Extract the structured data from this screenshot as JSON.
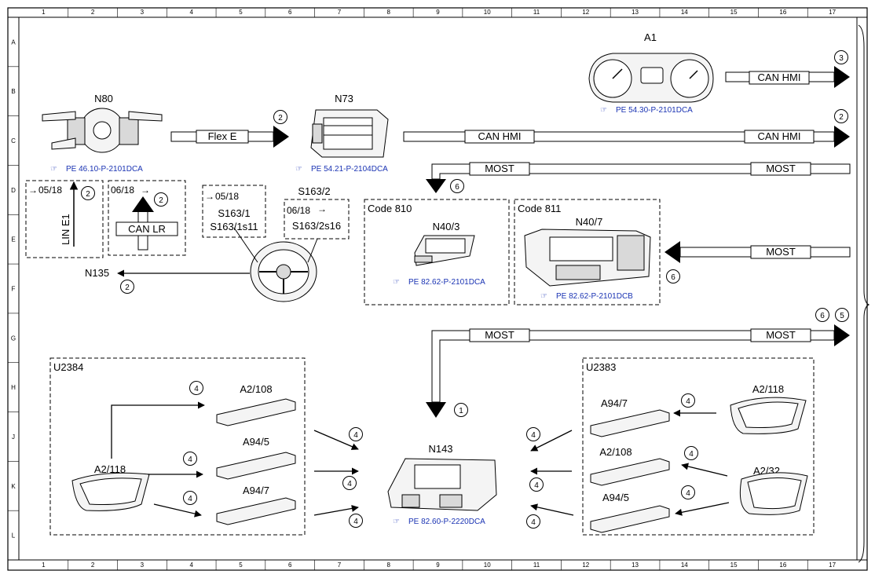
{
  "grid": {
    "columns": [
      "1",
      "2",
      "3",
      "4",
      "5",
      "6",
      "7",
      "8",
      "9",
      "10",
      "11",
      "12",
      "13",
      "14",
      "15",
      "16",
      "17"
    ],
    "rows": [
      "A",
      "B",
      "C",
      "D",
      "E",
      "F",
      "G",
      "H",
      "J",
      "K",
      "L"
    ]
  },
  "components": {
    "a1": {
      "label": "A1",
      "ref": "PE 54.30-P-2101DCA"
    },
    "n80": {
      "label": "N80",
      "ref": "PE 46.10-P-2101DCA"
    },
    "n73": {
      "label": "N73",
      "ref": "PE 54.21-P-2104DCA"
    },
    "n40_3": {
      "label": "N40/3",
      "ref": "PE 82.62-P-2101DCA"
    },
    "n40_7": {
      "label": "N40/7",
      "ref": "PE 82.62-P-2101DCB"
    },
    "n143": {
      "label": "N143",
      "ref": "PE 82.60-P-2220DCA"
    },
    "n135": {
      "label": "N135"
    },
    "s163_2": {
      "label": "S163/2"
    }
  },
  "buses": {
    "can_hmi": "CAN HMI",
    "flex_e": "Flex E",
    "most": "MOST",
    "can_lr": "CAN LR",
    "lin_e1": "LIN E1"
  },
  "boxes": {
    "box_lin": {
      "date": "05/18"
    },
    "box_canlr": {
      "date": "06/18"
    },
    "box_s163_1": {
      "date": "05/18",
      "line1": "S163/1",
      "line2": "S163/1s11"
    },
    "box_s163_2": {
      "date": "06/18",
      "line1": "S163/2s16"
    },
    "code810": {
      "label": "Code 810"
    },
    "code811": {
      "label": "Code 811"
    },
    "u2384": {
      "label": "U2384"
    },
    "u2383": {
      "label": "U2383"
    }
  },
  "antennas": {
    "left_a2_108": "A2/108",
    "left_a94_5": "A94/5",
    "left_a94_7": "A94/7",
    "left_a2_118": "A2/118",
    "right_a94_7": "A94/7",
    "right_a2_108": "A2/108",
    "right_a94_5": "A94/5",
    "right_a2_118": "A2/118",
    "right_a2_32": "A2/32"
  },
  "callouts": {
    "c1": "1",
    "c2": "2",
    "c3": "3",
    "c4": "4",
    "c5": "5",
    "c6": "6"
  },
  "icon_names": [
    "pointing-hand-icon"
  ],
  "colors": {
    "reference_link": "#1a33b3",
    "line": "#000000"
  }
}
